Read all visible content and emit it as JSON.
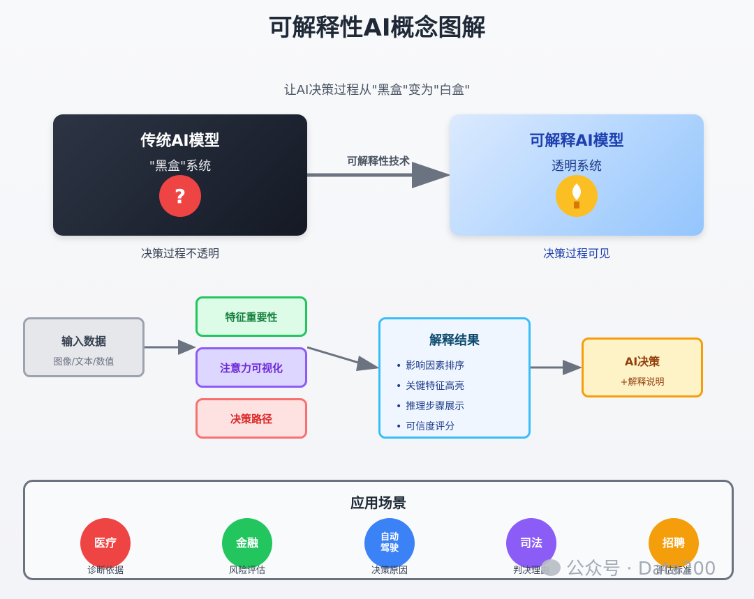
{
  "title": "可解释性AI概念图解",
  "subtitle": "让AI决策过程从\"黑盒\"变为\"白盒\"",
  "traditional": {
    "title": "传统AI模型",
    "subtitle": "\"黑盒\"系统",
    "badge": "?",
    "caption": "决策过程不透明"
  },
  "transition_label": "可解释性技术",
  "explainable": {
    "title": "可解释AI模型",
    "subtitle": "透明系统",
    "caption": "决策过程可见",
    "badge_icon": "lightbulb-icon"
  },
  "flow": {
    "input": {
      "title": "输入数据",
      "subtitle": "图像/文本/数值"
    },
    "techniques": [
      "特征重要性",
      "注意力可视化",
      "决策路径"
    ],
    "result": {
      "title": "解释结果",
      "items": [
        "影响因素排序",
        "关键特征高亮",
        "推理步骤展示",
        "可信度评分"
      ],
      "bullet": "•"
    },
    "decision": {
      "title": "AI决策",
      "subtitle": "+解释说明"
    }
  },
  "scenarios": {
    "title": "应用场景",
    "items": [
      {
        "label": "医疗",
        "caption": "诊断依据",
        "color": "#ef4444"
      },
      {
        "label": "金融",
        "caption": "风险评估",
        "color": "#22c55e"
      },
      {
        "label": "自动\n驾驶",
        "caption": "决策原因",
        "color": "#3b82f6"
      },
      {
        "label": "司法",
        "caption": "判决理由",
        "color": "#8b5cf6"
      },
      {
        "label": "招聘",
        "caption": "评估标准",
        "color": "#f59e0b"
      }
    ]
  },
  "watermark": "公众号 · Data200",
  "colors": {
    "black_box": "#1f2633",
    "white_box": "#bfdbfe",
    "arrow": "#6b7280"
  }
}
